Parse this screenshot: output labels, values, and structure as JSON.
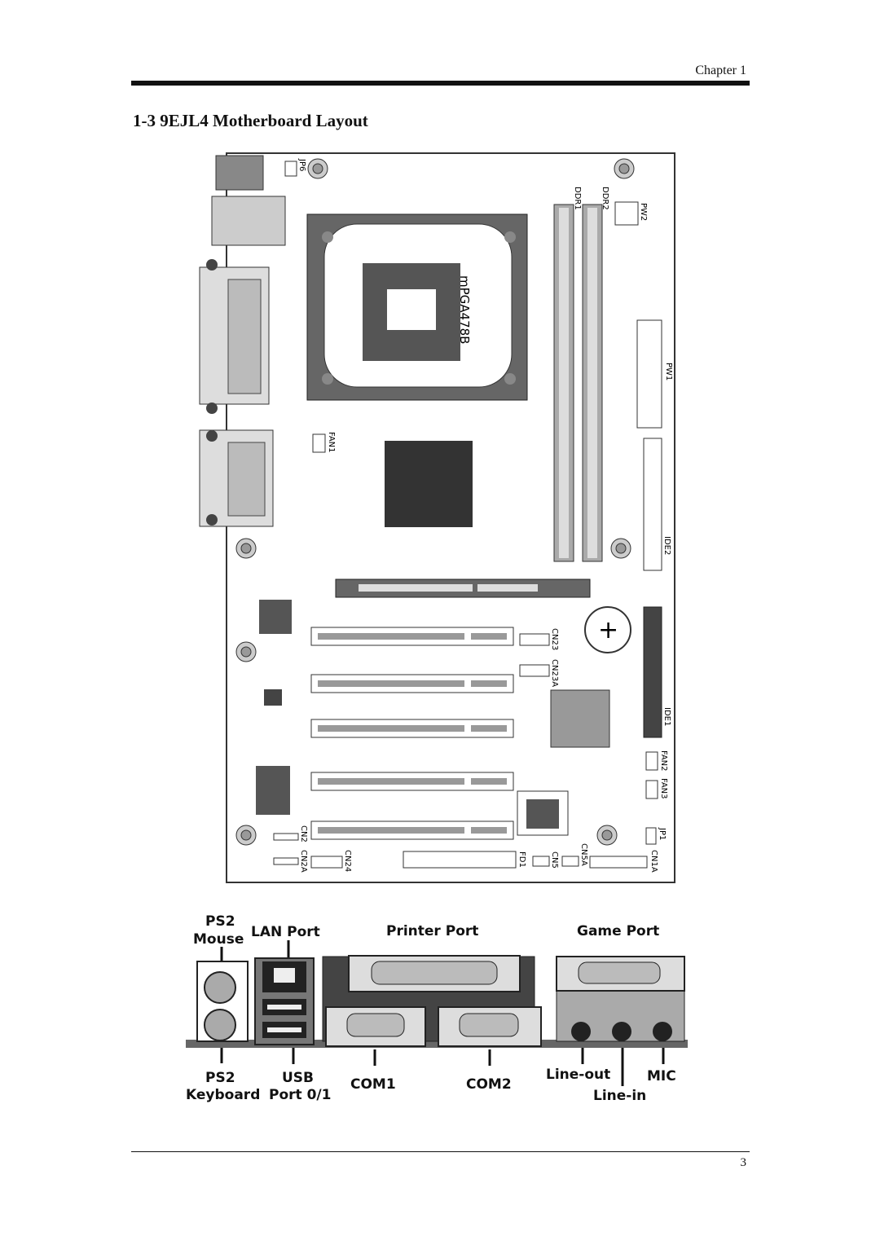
{
  "header": {
    "chapter": "Chapter 1"
  },
  "section": {
    "title": "1-3  9EJL4 Motherboard Layout"
  },
  "board": {
    "socket_label": "mPGA478B",
    "labels": {
      "jp6": "JP6",
      "ddr1": "DDR1",
      "ddr2": "DDR2",
      "pw2": "PW2",
      "pw1": "PW1",
      "fan1": "FAN1",
      "ide2": "IDE2",
      "ide1": "IDE1",
      "cn23": "CN23",
      "cn23a": "CN23A",
      "fan2": "FAN2",
      "fan3": "FAN3",
      "jp1": "JP1",
      "cn2": "CN2",
      "cn2a": "CN2A",
      "cn24": "CN24",
      "fd1": "FD1",
      "cn5": "CN5",
      "cn5a": "CN5A",
      "cn1a": "CN1A"
    }
  },
  "ports": {
    "ps2_mouse_line1": "PS2",
    "ps2_mouse_line2": "Mouse",
    "lan_port": "LAN Port",
    "printer_port": "Printer Port",
    "game_port": "Game Port",
    "ps2_keyboard_line1": "PS2",
    "ps2_keyboard_line2": "Keyboard",
    "usb_line1": "USB",
    "usb_line2": "Port 0/1",
    "com1": "COM1",
    "com2": "COM2",
    "line_out": "Line-out",
    "line_in": "Line-in",
    "mic": "MIC"
  },
  "footer": {
    "page_number": "3"
  }
}
